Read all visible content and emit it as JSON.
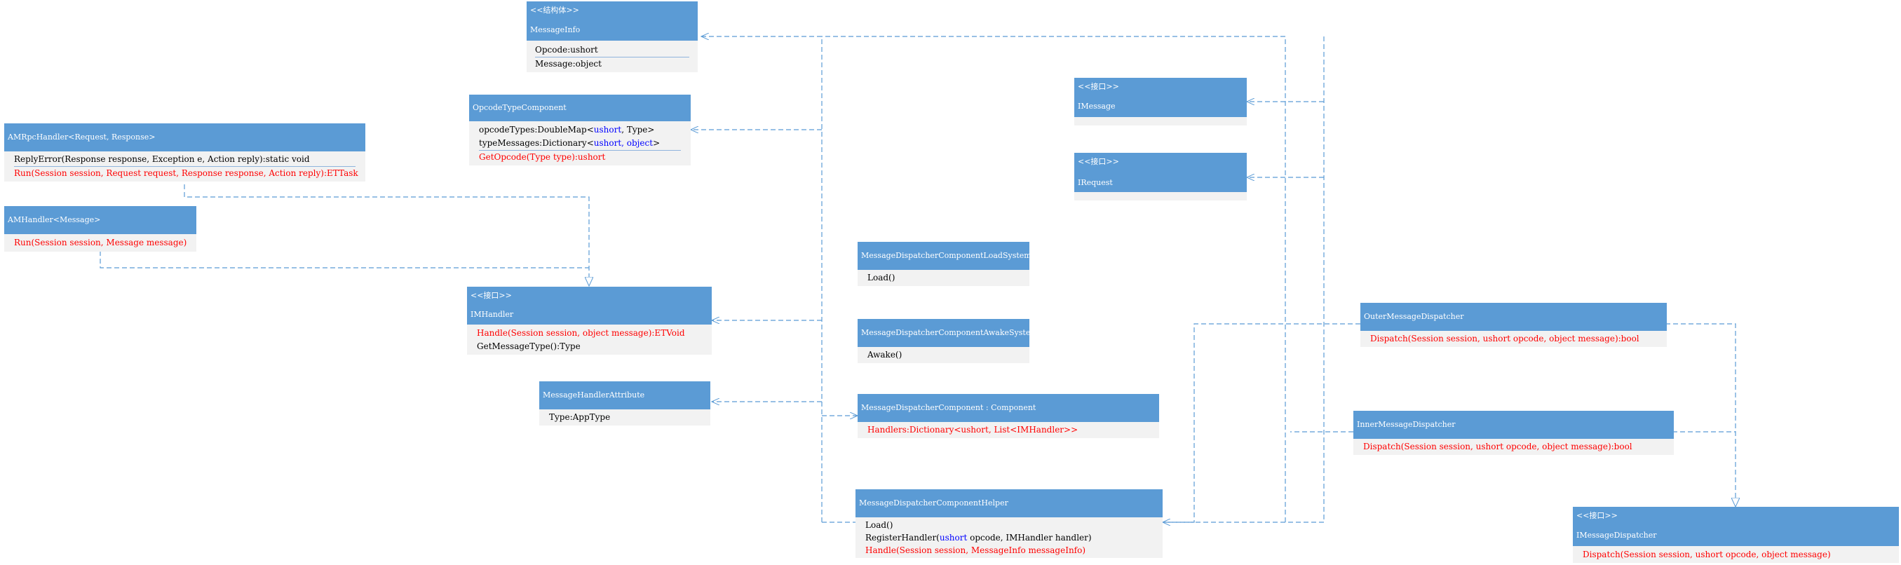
{
  "diagram": {
    "message_info": {
      "stereotype": "<<结构体>>",
      "name": "MessageInfo",
      "members": [
        "Opcode:ushort",
        "Message:object"
      ]
    },
    "opcode_type_component": {
      "name": "OpcodeTypeComponent",
      "opcode_types": {
        "prefix": "opcodeTypes:DoubleMap<",
        "type1": "ushort",
        "mid": ", ",
        "type2": "Type",
        "suffix": ">"
      },
      "type_messages": {
        "prefix": "typeMessages:Dictionary<",
        "types": "ushort, object",
        "suffix": ">"
      },
      "method": "GetOpcode(Type type):ushort"
    },
    "am_rpc_handler": {
      "name": "AMRpcHandler<Request, Response>",
      "members": [
        "ReplyError(Response response, Exception e, Action reply):static void",
        "Run(Session session, Request request, Response response, Action reply):ETTask"
      ]
    },
    "am_handler": {
      "name": "AMHandler<Message>",
      "members": [
        "Run(Session session, Message message)"
      ]
    },
    "imhandler": {
      "stereotype": "<<接口>>",
      "name": "IMHandler",
      "members": [
        "Handle(Session session, object message):ETVoid",
        "GetMessageType():Type"
      ]
    },
    "message_handler_attribute": {
      "name": "MessageHandlerAttribute",
      "members": [
        "Type:AppType"
      ]
    },
    "imessage": {
      "stereotype": "<<接口>>",
      "name": "IMessage"
    },
    "irequest": {
      "stereotype": "<<接口>>",
      "name": "IRequest"
    },
    "load_system": {
      "name": "MessageDispatcherComponentLoadSystem",
      "members": [
        "Load()"
      ]
    },
    "awake_system": {
      "name": "MessageDispatcherComponentAwakeSystem",
      "members": [
        "Awake()"
      ]
    },
    "dispatcher_component": {
      "name": "MessageDispatcherComponent : Component",
      "members": [
        "Handlers:Dictionary<ushort, List<IMHandler>>"
      ]
    },
    "dispatcher_helper": {
      "name": "MessageDispatcherComponentHelper",
      "load": "Load()",
      "register": {
        "prefix": "RegisterHandler(",
        "type": "ushort",
        "suffix": " opcode, IMHandler handler)"
      },
      "handle": "Handle(Session session, MessageInfo messageInfo)"
    },
    "outer_dispatcher": {
      "name": "OuterMessageDispatcher",
      "members": [
        "Dispatch(Session session, ushort opcode, object message):bool"
      ]
    },
    "inner_dispatcher": {
      "name": "InnerMessageDispatcher",
      "members": [
        "Dispatch(Session session, ushort opcode, object message):bool"
      ]
    },
    "imessage_dispatcher": {
      "stereotype": "<<接口>>",
      "name": "IMessageDispatcher",
      "members": [
        "Dispatch(Session session, ushort opcode, object message)"
      ]
    }
  },
  "colors": {
    "header": "#5b9bd5",
    "body": "#f2f2f2",
    "connector": "#5b9bd5",
    "emphasis": "#ff0000",
    "keyword": "#0000ff"
  }
}
